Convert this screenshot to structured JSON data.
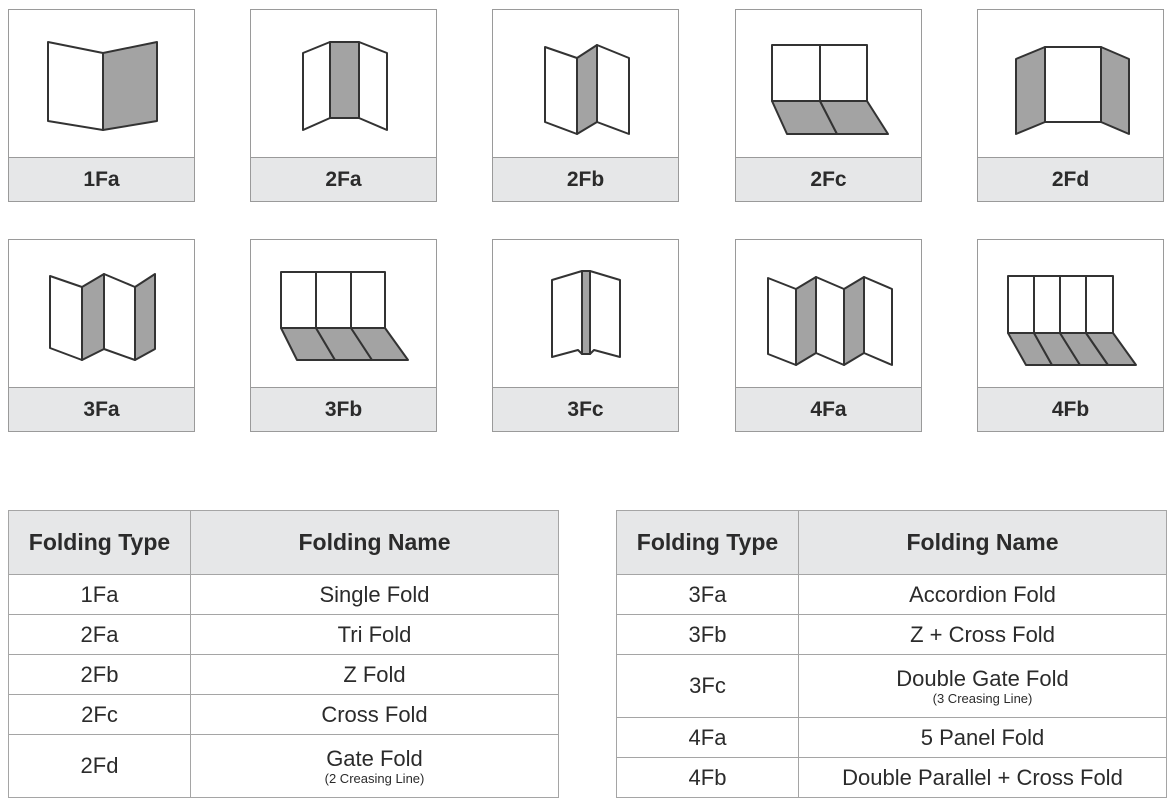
{
  "cards": [
    {
      "code": "1Fa",
      "icon": "single-fold-icon"
    },
    {
      "code": "2Fa",
      "icon": "tri-fold-icon"
    },
    {
      "code": "2Fb",
      "icon": "z-fold-icon"
    },
    {
      "code": "2Fc",
      "icon": "cross-fold-icon"
    },
    {
      "code": "2Fd",
      "icon": "gate-fold-icon"
    },
    {
      "code": "3Fa",
      "icon": "accordion-fold-icon"
    },
    {
      "code": "3Fb",
      "icon": "z-cross-fold-icon"
    },
    {
      "code": "3Fc",
      "icon": "double-gate-fold-icon"
    },
    {
      "code": "4Fa",
      "icon": "five-panel-fold-icon"
    },
    {
      "code": "4Fb",
      "icon": "double-parallel-cross-fold-icon"
    }
  ],
  "table_left": {
    "headers": [
      "Folding Type",
      "Folding Name"
    ],
    "rows": [
      {
        "type": "1Fa",
        "name": "Single Fold",
        "note": ""
      },
      {
        "type": "2Fa",
        "name": "Tri Fold",
        "note": ""
      },
      {
        "type": "2Fb",
        "name": "Z Fold",
        "note": ""
      },
      {
        "type": "2Fc",
        "name": "Cross Fold",
        "note": ""
      },
      {
        "type": "2Fd",
        "name": "Gate Fold",
        "note": "(2 Creasing Line)"
      }
    ]
  },
  "table_right": {
    "headers": [
      "Folding Type",
      "Folding Name"
    ],
    "rows": [
      {
        "type": "3Fa",
        "name": "Accordion Fold",
        "note": ""
      },
      {
        "type": "3Fb",
        "name": "Z + Cross Fold",
        "note": ""
      },
      {
        "type": "3Fc",
        "name": "Double Gate Fold",
        "note": "(3 Creasing Line)"
      },
      {
        "type": "4Fa",
        "name": "5 Panel Fold",
        "note": ""
      },
      {
        "type": "4Fb",
        "name": "Double Parallel + Cross Fold",
        "note": ""
      }
    ]
  },
  "colors": {
    "panel_shade": "#a3a3a3",
    "label_band": "#e6e7e8",
    "border": "#9a9a9a",
    "line": "#333333"
  }
}
